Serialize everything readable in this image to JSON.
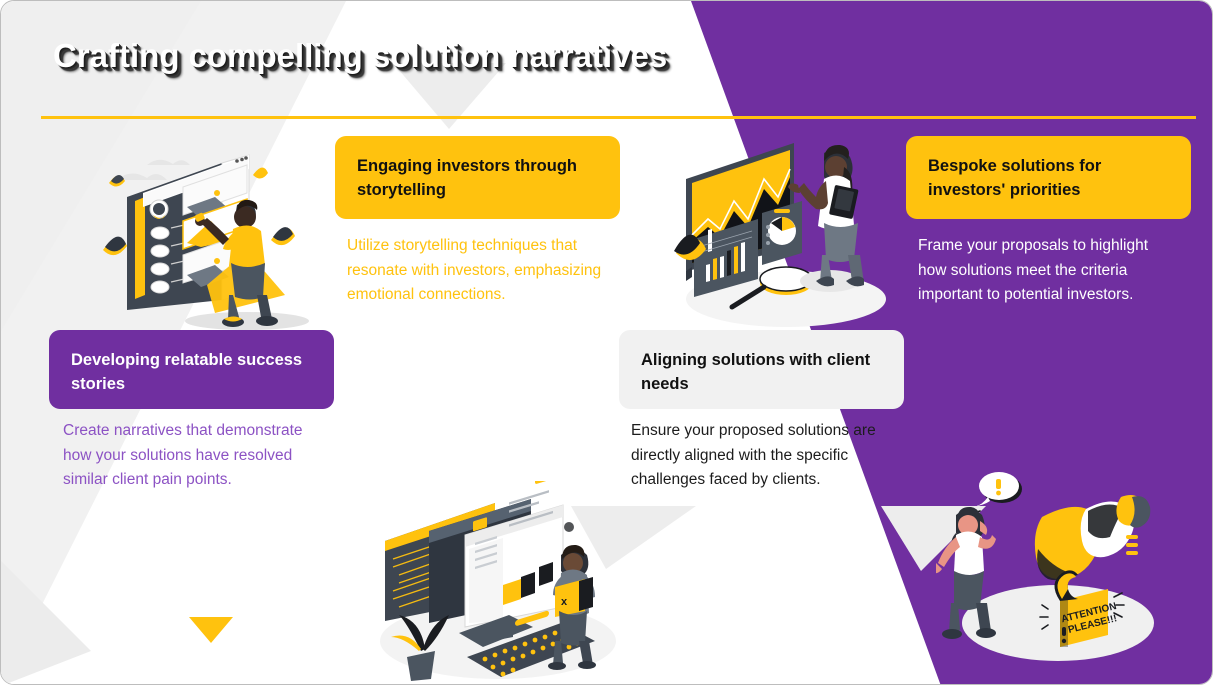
{
  "slide": {
    "title": "Crafting compelling solution narratives",
    "theme": {
      "purple": "#702FA0",
      "yellow": "#FFC20E",
      "light_violet": "#8C52C4",
      "grey_panel": "#F1F1F1",
      "white": "#FFFFFF",
      "dark_text": "#1C1C1C"
    }
  },
  "cards": [
    {
      "id": "developing-relatable-success-stories",
      "title": "Developing relatable success stories",
      "body": "Create narratives that demonstrate how your solutions have resolved similar client pain points.",
      "card_style": "purple",
      "body_style": "violet"
    },
    {
      "id": "engaging-investors-through-storytelling",
      "title": "Engaging investors through storytelling",
      "body": "Utilize storytelling techniques that resonate with investors, emphasizing emotional connections.",
      "card_style": "yellow",
      "body_style": "amber"
    },
    {
      "id": "aligning-solutions-with-client-needs",
      "title": "Aligning solutions with client needs",
      "body": "Ensure your proposed solutions are directly aligned with the specific challenges faced by clients.",
      "card_style": "grey",
      "body_style": "dark"
    },
    {
      "id": "bespoke-solutions-for-investors-priorities",
      "title": "Bespoke solutions for investors' priorities",
      "body": "Frame your proposals to highlight how solutions meet the criteria important to potential investors.",
      "card_style": "yellow",
      "body_style": "white"
    }
  ],
  "illustrations": [
    {
      "id": "web-content-illustration",
      "name": "person-editing-webpage-illustration"
    },
    {
      "id": "presentation-illustration",
      "name": "woman-presenting-analytics-dashboard-illustration"
    },
    {
      "id": "developer-illustration",
      "name": "developer-workstation-illustration"
    },
    {
      "id": "megaphone-illustration",
      "name": "megaphone-attention-illustration",
      "sign_text_line1": "ATTENTION",
      "sign_text_line2": "PLEASE!!!"
    }
  ],
  "decorations": {
    "down_arrow": "down-triangle-marker",
    "divider": "title-underline-rule"
  }
}
